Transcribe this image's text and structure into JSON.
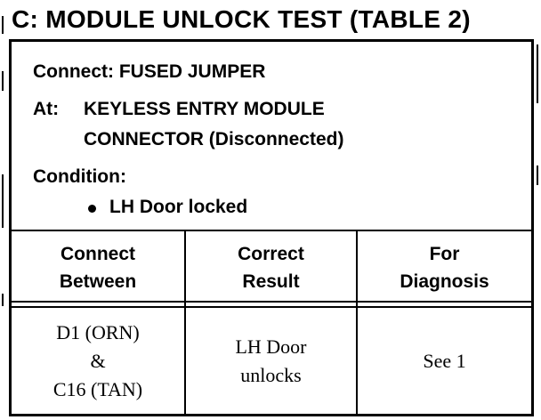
{
  "title": "C: MODULE UNLOCK TEST (TABLE 2)",
  "setup": {
    "connect_label": "Connect:",
    "connect_value": "FUSED JUMPER",
    "at_label": "At:",
    "at_value_line1": "KEYLESS ENTRY MODULE",
    "at_value_line2": "CONNECTOR (Disconnected)",
    "condition_label": "Condition:",
    "condition_item": "LH Door locked"
  },
  "table": {
    "headers": [
      {
        "line1": "Connect",
        "line2": "Between"
      },
      {
        "line1": "Correct",
        "line2": "Result"
      },
      {
        "line1": "For",
        "line2": "Diagnosis"
      }
    ],
    "row": {
      "connect_between": [
        "D1 (ORN)",
        "&",
        "C16 (TAN)"
      ],
      "correct_result": [
        "LH Door",
        "unlocks"
      ],
      "for_diagnosis": "See 1"
    }
  }
}
